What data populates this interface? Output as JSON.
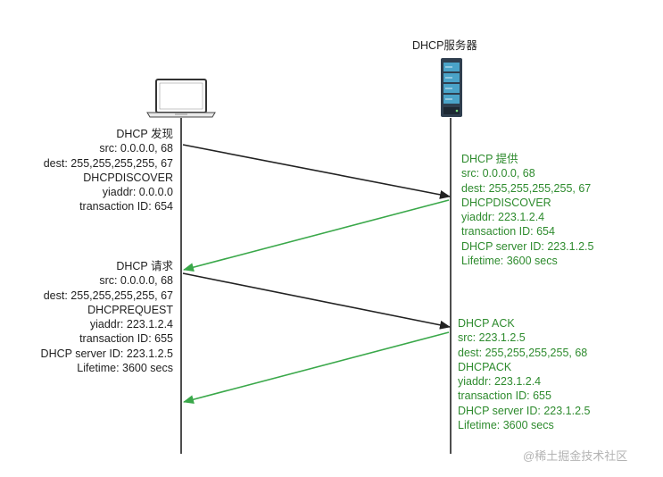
{
  "server": {
    "title": "DHCP服务器"
  },
  "messages": {
    "discover": {
      "lines": [
        "DHCP 发现",
        "src: 0.0.0.0, 68",
        "dest: 255,255,255,255, 67",
        "DHCPDISCOVER",
        "yiaddr: 0.0.0.0",
        "transaction ID: 654"
      ]
    },
    "offer": {
      "lines": [
        "DHCP 提供",
        "src: 0.0.0.0, 68",
        "dest: 255,255,255,255, 67",
        "DHCPDISCOVER",
        "yiaddr: 223.1.2.4",
        "transaction ID: 654",
        "DHCP server ID: 223.1.2.5",
        "Lifetime:  3600 secs"
      ]
    },
    "request": {
      "lines": [
        "DHCP  请求",
        "src: 0.0.0.0, 68",
        "dest: 255,255,255,255, 67",
        "DHCPREQUEST",
        "yiaddr: 223.1.2.4",
        "transaction ID: 655",
        "DHCP server ID: 223.1.2.5",
        "Lifetime:  3600 secs"
      ]
    },
    "ack": {
      "lines": [
        "DHCP ACK",
        "src: 223.1.2.5",
        "dest: 255,255,255,255, 68",
        "DHCPACK",
        "yiaddr: 223.1.2.4",
        "transaction ID: 655",
        "DHCP server ID: 223.1.2.5",
        "Lifetime:  3600 secs"
      ]
    }
  },
  "watermark": "@稀土掘金技术社区",
  "colors": {
    "client_to_server": "#222222",
    "server_to_client": "#3aa84a",
    "server_text": "#2e8b2e"
  }
}
